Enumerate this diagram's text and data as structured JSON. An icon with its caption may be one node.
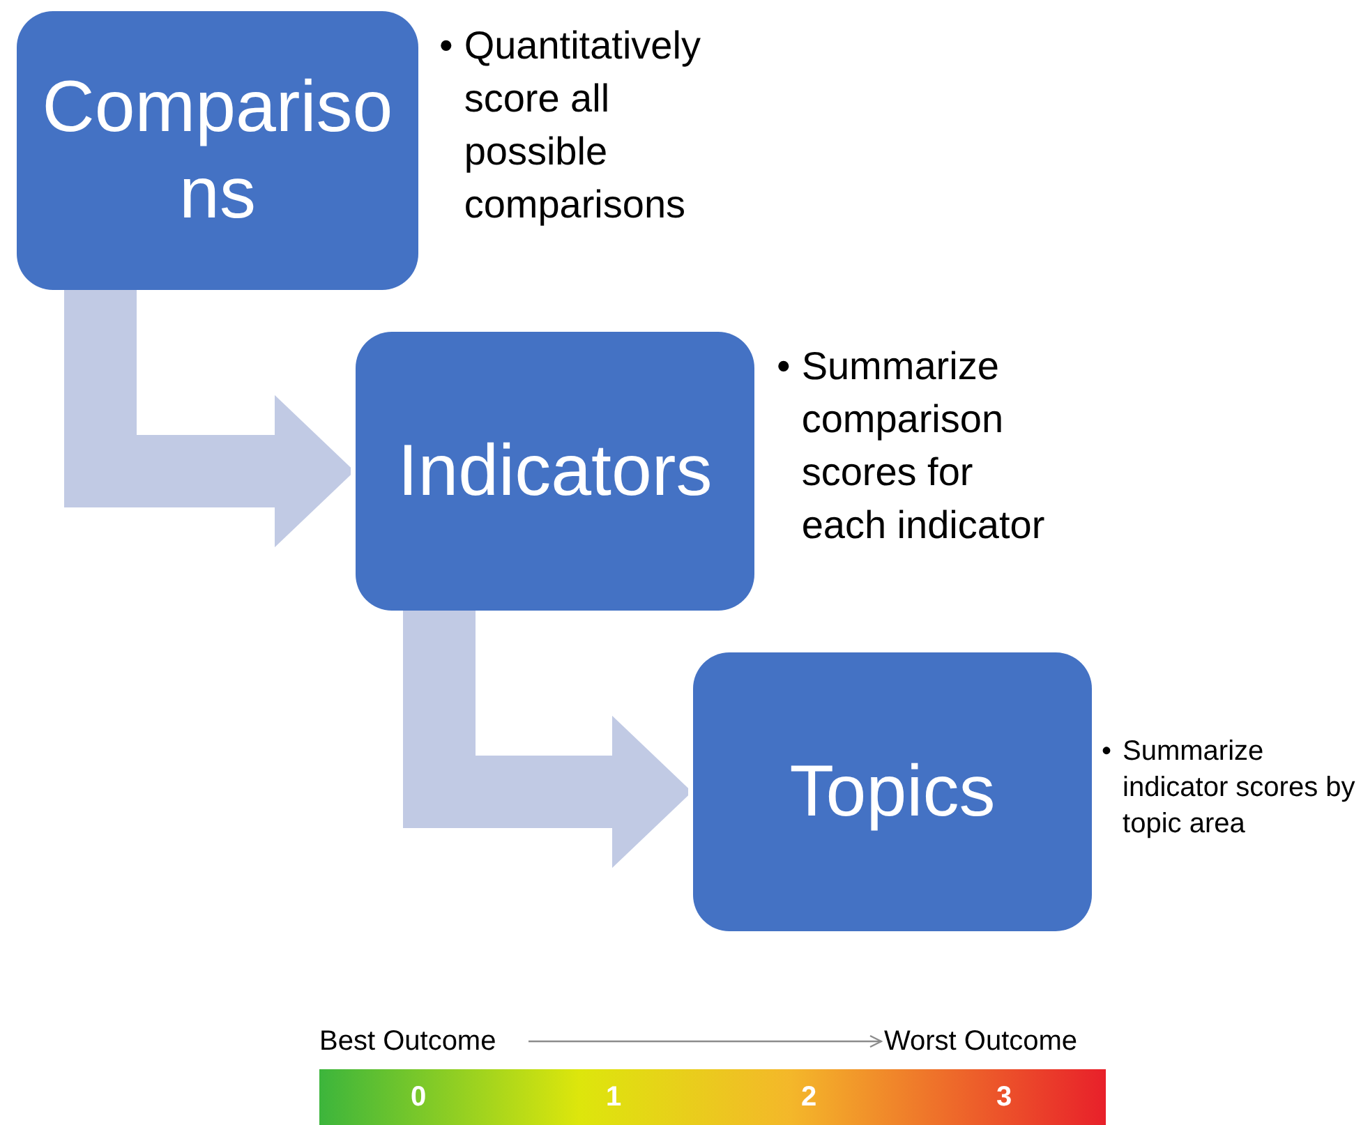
{
  "diagram": {
    "nodes": [
      {
        "text": [
          "Comparisons"
        ],
        "beside": [
          "•",
          "Quantitatively score all possible comparisons"
        ]
      },
      {
        "text": [
          "Indicators"
        ],
        "beside": [
          "•",
          "Summarize comparison scores for each indicator"
        ]
      },
      {
        "text": [
          "Topics"
        ],
        "beside": [
          "•",
          "Summarize indicator scores by topic area"
        ]
      },
      {
        "text": [
          "Best Outcome"
        ]
      },
      {
        "text": [
          "Worst Outcome"
        ]
      }
    ],
    "edges": [
      {
        "from": 0,
        "to": 1,
        "arrow": "to"
      },
      {
        "from": 1,
        "to": 2,
        "arrow": "to"
      },
      {
        "from": 3,
        "to": 4,
        "arrow": "to",
        "color": "#8c8c8c"
      }
    ],
    "labels": [
      "0",
      "1",
      "2",
      "3"
    ]
  }
}
